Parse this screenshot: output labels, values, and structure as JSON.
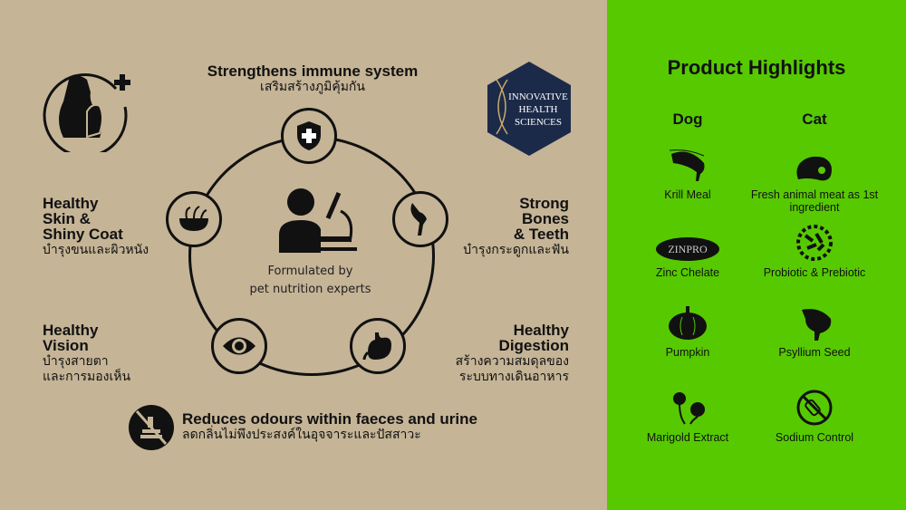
{
  "benefits": {
    "immune": {
      "title": "Strengthens immune system",
      "thai": "เสริมสร้างภูมิคุ้มกัน"
    },
    "skin": {
      "title_lines": [
        "Healthy",
        "Skin &",
        "Shiny Coat"
      ],
      "thai": "บำรุงขนและผิวหนัง"
    },
    "bones": {
      "title_lines": [
        "Strong",
        "Bones",
        "& Teeth"
      ],
      "thai": "บำรุงกระดูกและฟัน"
    },
    "vision": {
      "title_lines": [
        "Healthy",
        "Vision"
      ],
      "thai_lines": [
        "บำรุงสายตา",
        "และการมองเห็น"
      ]
    },
    "digestion": {
      "title_lines": [
        "Healthy",
        "Digestion"
      ],
      "thai_lines": [
        "สร้างความสมดุลของ",
        "ระบบทางเดินอาหาร"
      ]
    },
    "odour": {
      "title": "Reduces odours within faeces and urine",
      "thai": "ลดกลิ่นไม่พึงประสงค์ในอุจจาระและปัสสาวะ"
    }
  },
  "center": {
    "lines": [
      "Formulated by",
      "pet nutrition experts"
    ]
  },
  "badge": {
    "lines": [
      "INNOVATIVE",
      "HEALTH",
      "SCIENCES"
    ]
  },
  "highlights": {
    "title": "Product Highlights",
    "dog_label": "Dog",
    "cat_label": "Cat",
    "dog": [
      "Krill Meal",
      "Zinc Chelate",
      "Pumpkin",
      "Marigold Extract"
    ],
    "cat": [
      "Fresh animal meat as 1st ingredient",
      "Probiotic & Prebiotic",
      "Psyllium Seed",
      "Sodium Control"
    ],
    "zinpro_logo": "ZINPRO"
  },
  "colors": {
    "beige": "#c5b496",
    "green": "#57c900",
    "navy": "#1c2a4a"
  }
}
